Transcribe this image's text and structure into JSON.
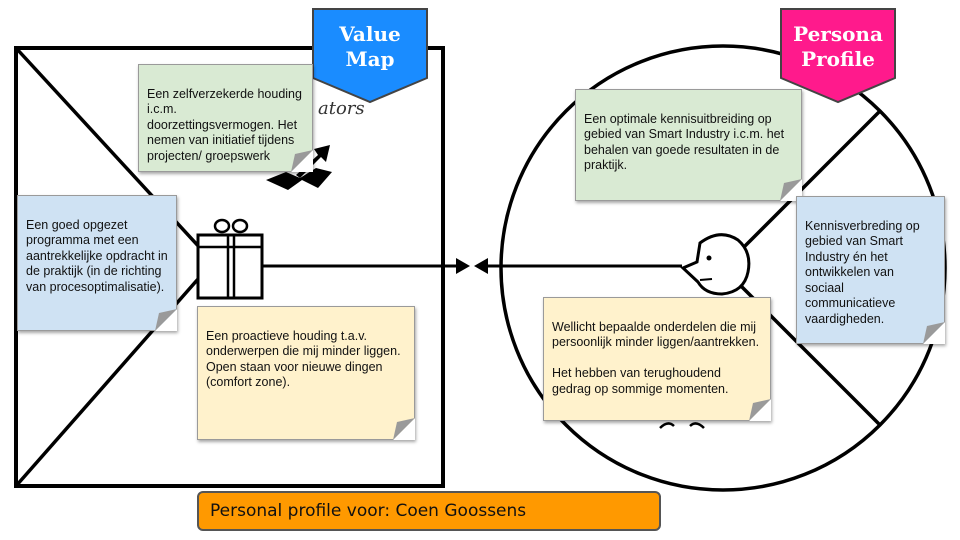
{
  "value_map": {
    "tag": "Value\nMap",
    "faded_label": "ators",
    "tag_color": "#1a8cff"
  },
  "persona_profile": {
    "tag": "Persona\nProfile",
    "tag_color": "#ff1a8c"
  },
  "notes": {
    "gain_creators": "Een zelfverzekerde houding i.c.m. doorzettingsvermogen. Het nemen van initiatief tijdens projecten/ groepswerk",
    "products_services": "Een goed opgezet programma met een aantrekkelijke opdracht in de praktijk (in de richting van procesoptimalisatie).",
    "pain_relievers": "Een proactieve houding t.a.v. onderwerpen die mij minder liggen. Open staan voor nieuwe dingen (comfort zone).",
    "gains": "Een optimale kennisuitbreiding op gebied van Smart Industry i.c.m. het behalen van goede resultaten in de praktijk.",
    "customer_jobs": "Kennisverbreding op gebied van Smart Industry én het ontwikkelen van sociaal communicatieve vaardigheden.",
    "pains": "Wellicht bepaalde onderdelen die mij persoonlijk minder liggen/aantrekken.\n\nHet hebben van terughoudend gedrag op sommige momenten."
  },
  "colors": {
    "green_note": "#d9ead3",
    "blue_note": "#cfe2f3",
    "yellow_note": "#fff2cc",
    "footer": "#ff9900"
  },
  "footer": {
    "label": "Personal profile voor: Coen Goossens"
  }
}
